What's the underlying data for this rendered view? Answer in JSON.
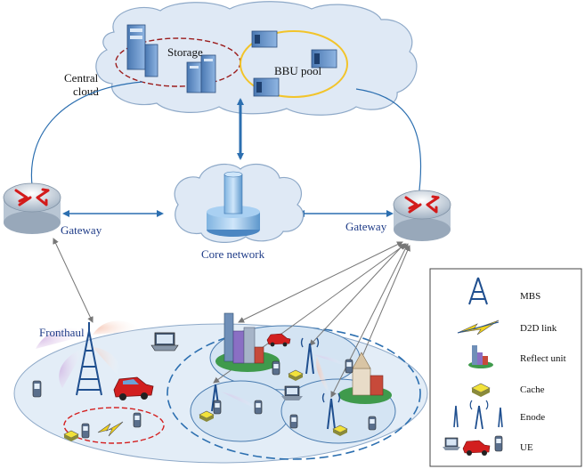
{
  "labels": {
    "storage": "Storage",
    "bbu_pool": "BBU pool",
    "central_cloud_line1": "Central",
    "central_cloud_line2": "cloud",
    "gateway_left": "Gateway",
    "gateway_right": "Gateway",
    "core_network": "Core network",
    "fronthaul": "Fronthaul"
  },
  "legend": {
    "items": [
      {
        "icon": "mbs-tower-icon",
        "label": "MBS"
      },
      {
        "icon": "d2d-link-icon",
        "label": "D2D link"
      },
      {
        "icon": "reflect-unit-icon",
        "label": "Reflect unit"
      },
      {
        "icon": "cache-icon",
        "label": "Cache"
      },
      {
        "icon": "enode-icon",
        "label": "Enode"
      },
      {
        "icon": "ue-icon",
        "label": "UE"
      }
    ]
  },
  "colors": {
    "cloud_fill": "#dfe9f5",
    "cloud_stroke": "#8ea9c8",
    "link_blue": "#2c6fb0",
    "storage_ring": "#9b1b1b",
    "bbu_ring": "#f2c42a",
    "ground_fill": "#e3edf7",
    "d2d_ring": "#d42020"
  }
}
